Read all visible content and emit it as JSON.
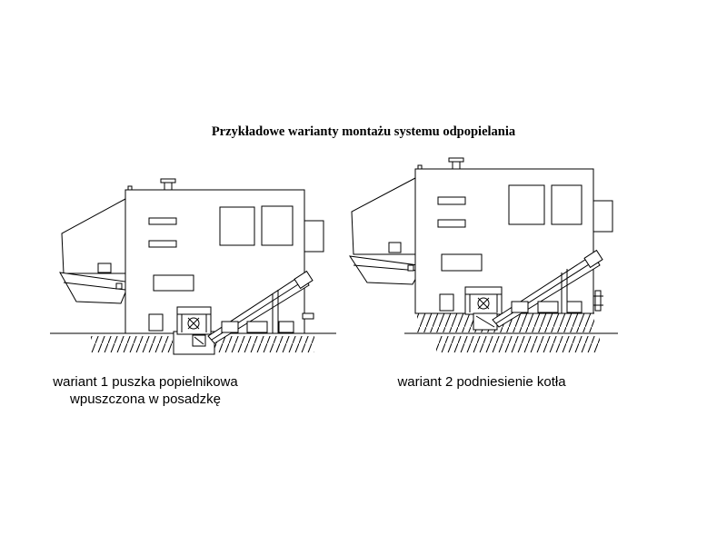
{
  "title": "Przykładowe warianty montażu systemu odpopielania",
  "variants": [
    {
      "caption_line1": "wariant 1 puszka popielnikowa",
      "caption_line2": "wpuszczona w posadzkę"
    },
    {
      "caption_line1": "wariant 2 podniesienie kotła",
      "caption_line2": ""
    }
  ],
  "colors": {
    "line": "#000000",
    "background": "#ffffff"
  }
}
